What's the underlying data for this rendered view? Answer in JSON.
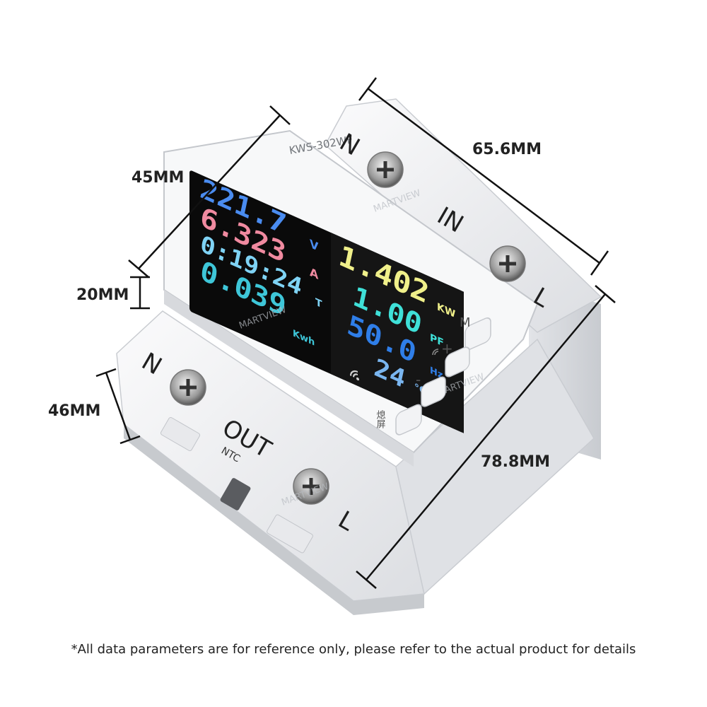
{
  "model": "KWS-302WF",
  "brand_watermark": "MARTVIEW",
  "dimensions": {
    "width_top": "65.6MM",
    "height_side": "45MM",
    "panel_depth": "20MM",
    "base_depth": "46MM",
    "length": "78.8MM"
  },
  "terminals": {
    "top_n": "N",
    "top_in": "IN",
    "top_l": "L",
    "bottom_n": "N",
    "bottom_out": "OUT",
    "bottom_ntc": "NTC",
    "bottom_l": "L"
  },
  "display": {
    "voltage": {
      "value": "221.7",
      "unit": "V"
    },
    "current": {
      "value": "6.323",
      "unit": "A"
    },
    "time": {
      "value": "0:19:24",
      "unit": "T"
    },
    "energy": {
      "value": "0.039",
      "unit": "Kwh"
    },
    "power": {
      "value": "1.402",
      "unit": "KW"
    },
    "power_factor": {
      "value": "1.00",
      "unit": "PF"
    },
    "frequency": {
      "value": "50.0",
      "unit": "Hz"
    },
    "temperature": {
      "value": "24",
      "unit": "°C"
    }
  },
  "buttons": {
    "m": "M",
    "plus": "+",
    "minus": "-",
    "screen": "熄屏"
  },
  "colors": {
    "voltage": "#4a8cf0",
    "current": "#f08aa0",
    "time": "#7fd3f5",
    "energy": "#3ec6d8",
    "power": "#f0f08a",
    "power_factor": "#3fe0d8",
    "frequency": "#2f7ee8",
    "temperature": "#7ab6f0",
    "screen_bg": "#0a0a0a",
    "case": "#f1f2f4"
  },
  "disclaimer": "*All data parameters are for reference only, please refer to the actual product for details"
}
